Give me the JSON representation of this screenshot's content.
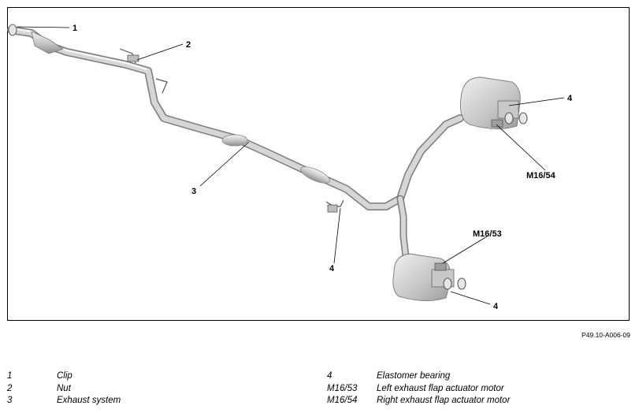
{
  "figure_code": "P49.10-A006-09",
  "callouts": {
    "c1": "1",
    "c2": "2",
    "c3": "3",
    "c4a": "4",
    "c4b": "4",
    "c4c": "4",
    "m1654": "M16/54",
    "m1653": "M16/53"
  },
  "legend_left": [
    {
      "key": "1",
      "text": "Clip"
    },
    {
      "key": "2",
      "text": "Nut"
    },
    {
      "key": "3",
      "text": "Exhaust system"
    }
  ],
  "legend_right": [
    {
      "key": "4",
      "text": "Elastomer bearing"
    },
    {
      "key": "M16/53",
      "text": "Left exhaust flap actuator motor"
    },
    {
      "key": "M16/54",
      "text": "Right exhaust flap actuator motor"
    }
  ]
}
